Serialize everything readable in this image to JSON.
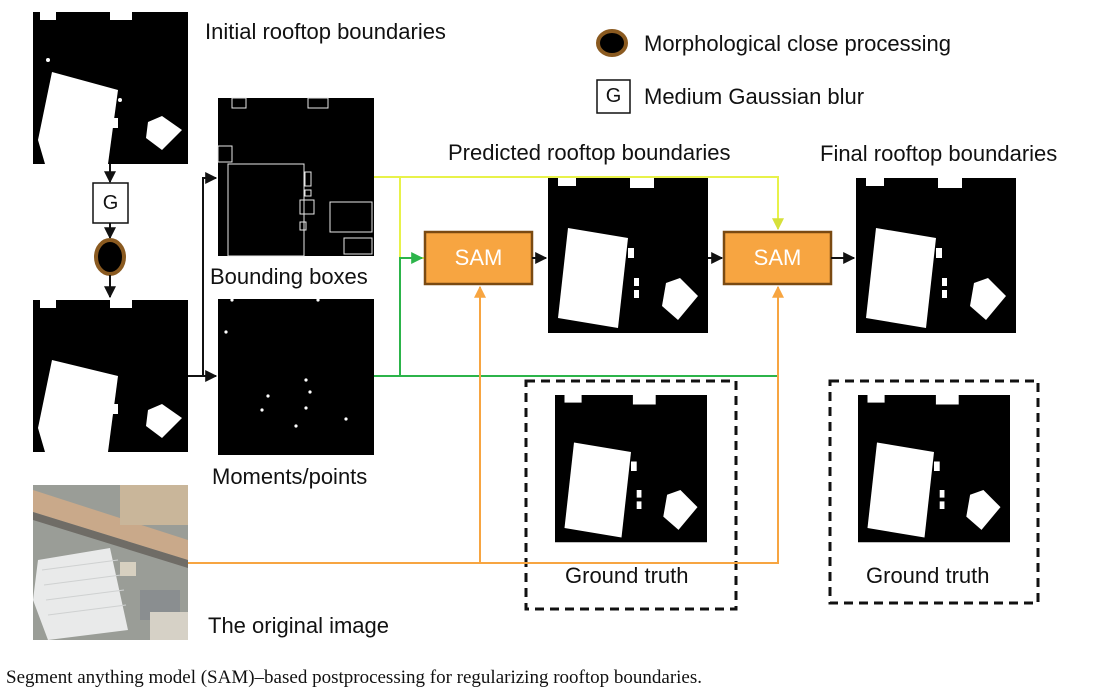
{
  "labels": {
    "initial": "Initial rooftop boundaries",
    "bounding_boxes": "Bounding boxes",
    "moments_points": "Moments/points",
    "original_image": "The original image",
    "predicted": "Predicted rooftop boundaries",
    "final": "Final rooftop boundaries",
    "ground_truth_1": "Ground truth",
    "ground_truth_2": "Ground truth"
  },
  "legend": {
    "close_processing": "Morphological close processing",
    "gaussian_symbol": "G",
    "gaussian_blur": "Medium Gaussian blur"
  },
  "nodes": {
    "gaussian_symbol": "G",
    "sam_1": "SAM",
    "sam_2": "SAM"
  },
  "caption": "Segment anything model (SAM)–based postprocessing for regularizing rooftop boundaries.",
  "colors": {
    "sam_fill": "#f7a541",
    "sam_border": "#7a4a12",
    "arrow_yellow": "#e8f24a",
    "arrow_green": "#2cb44a",
    "arrow_orange": "#f7a541",
    "arrow_black": "#111111",
    "close_ring": "#8a5a20"
  }
}
